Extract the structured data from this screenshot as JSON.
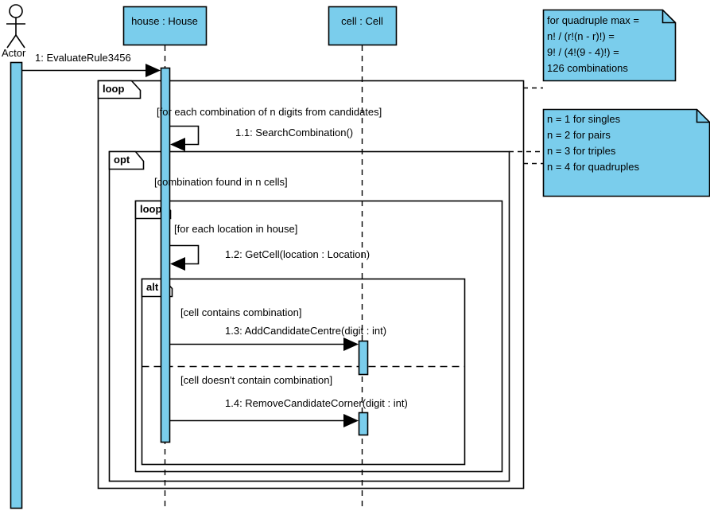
{
  "diagram": {
    "type": "uml-sequence-diagram",
    "title": "EvaluateRule3456 sequence",
    "colors": {
      "lifeline_fill": "#7ACDEC",
      "activation_fill": "#7ACDEC",
      "note_fill": "#7ACDEC",
      "stroke": "#000000",
      "background": "#FFFFFF"
    }
  },
  "lifelines": [
    {
      "name": "actor",
      "label": "Actor",
      "kind": "actor"
    },
    {
      "name": "house",
      "label": "house : House",
      "kind": "object"
    },
    {
      "name": "cell",
      "label": "cell : Cell",
      "kind": "object"
    }
  ],
  "messages": [
    {
      "id": "1",
      "label": "1: EvaluateRule3456",
      "from": "actor",
      "to": "house",
      "kind": "call"
    },
    {
      "id": "1.1",
      "label": "1.1: SearchCombination()",
      "from": "house",
      "to": "house",
      "kind": "self-call"
    },
    {
      "id": "1.2",
      "label": "1.2: GetCell(location : Location)",
      "from": "house",
      "to": "house",
      "kind": "self-call"
    },
    {
      "id": "1.3",
      "label": "1.3: AddCandidateCentre(digit : int)",
      "from": "house",
      "to": "cell",
      "kind": "call"
    },
    {
      "id": "1.4",
      "label": "1.4: RemoveCandidateCorner(digit : int)",
      "from": "house",
      "to": "cell",
      "kind": "call"
    }
  ],
  "fragments": [
    {
      "name": "outer-loop",
      "operator": "loop",
      "guard": "[for each combination of n digits from candidates]"
    },
    {
      "name": "opt",
      "operator": "opt",
      "guard": "[combination found in n cells]"
    },
    {
      "name": "inner-loop",
      "operator": "loop",
      "guard": "[for each location in house]"
    },
    {
      "name": "alt",
      "operator": "alt",
      "guard": "[cell contains combination]",
      "else_guard": "[cell doesn't contain combination]"
    }
  ],
  "notes": [
    {
      "name": "note-combinations",
      "lines": [
        "for quadruple max =",
        "n! / (r!(n - r)!) =",
        "9! / (4!(9 - 4)!) =",
        "126 combinations"
      ],
      "text": "for quadruple max =\nn! / (r!(n - r)!) =\n9! / (4!(9 - 4)!) =\n126 combinations"
    },
    {
      "name": "note-n-values",
      "lines": [
        "n = 1 for singles",
        "n = 2 for pairs",
        "n = 3 for triples",
        "n = 4 for quadruples"
      ],
      "text": "n = 1 for singles\nn = 2 for pairs\nn = 3 for triples\nn = 4 for quadruples"
    }
  ]
}
